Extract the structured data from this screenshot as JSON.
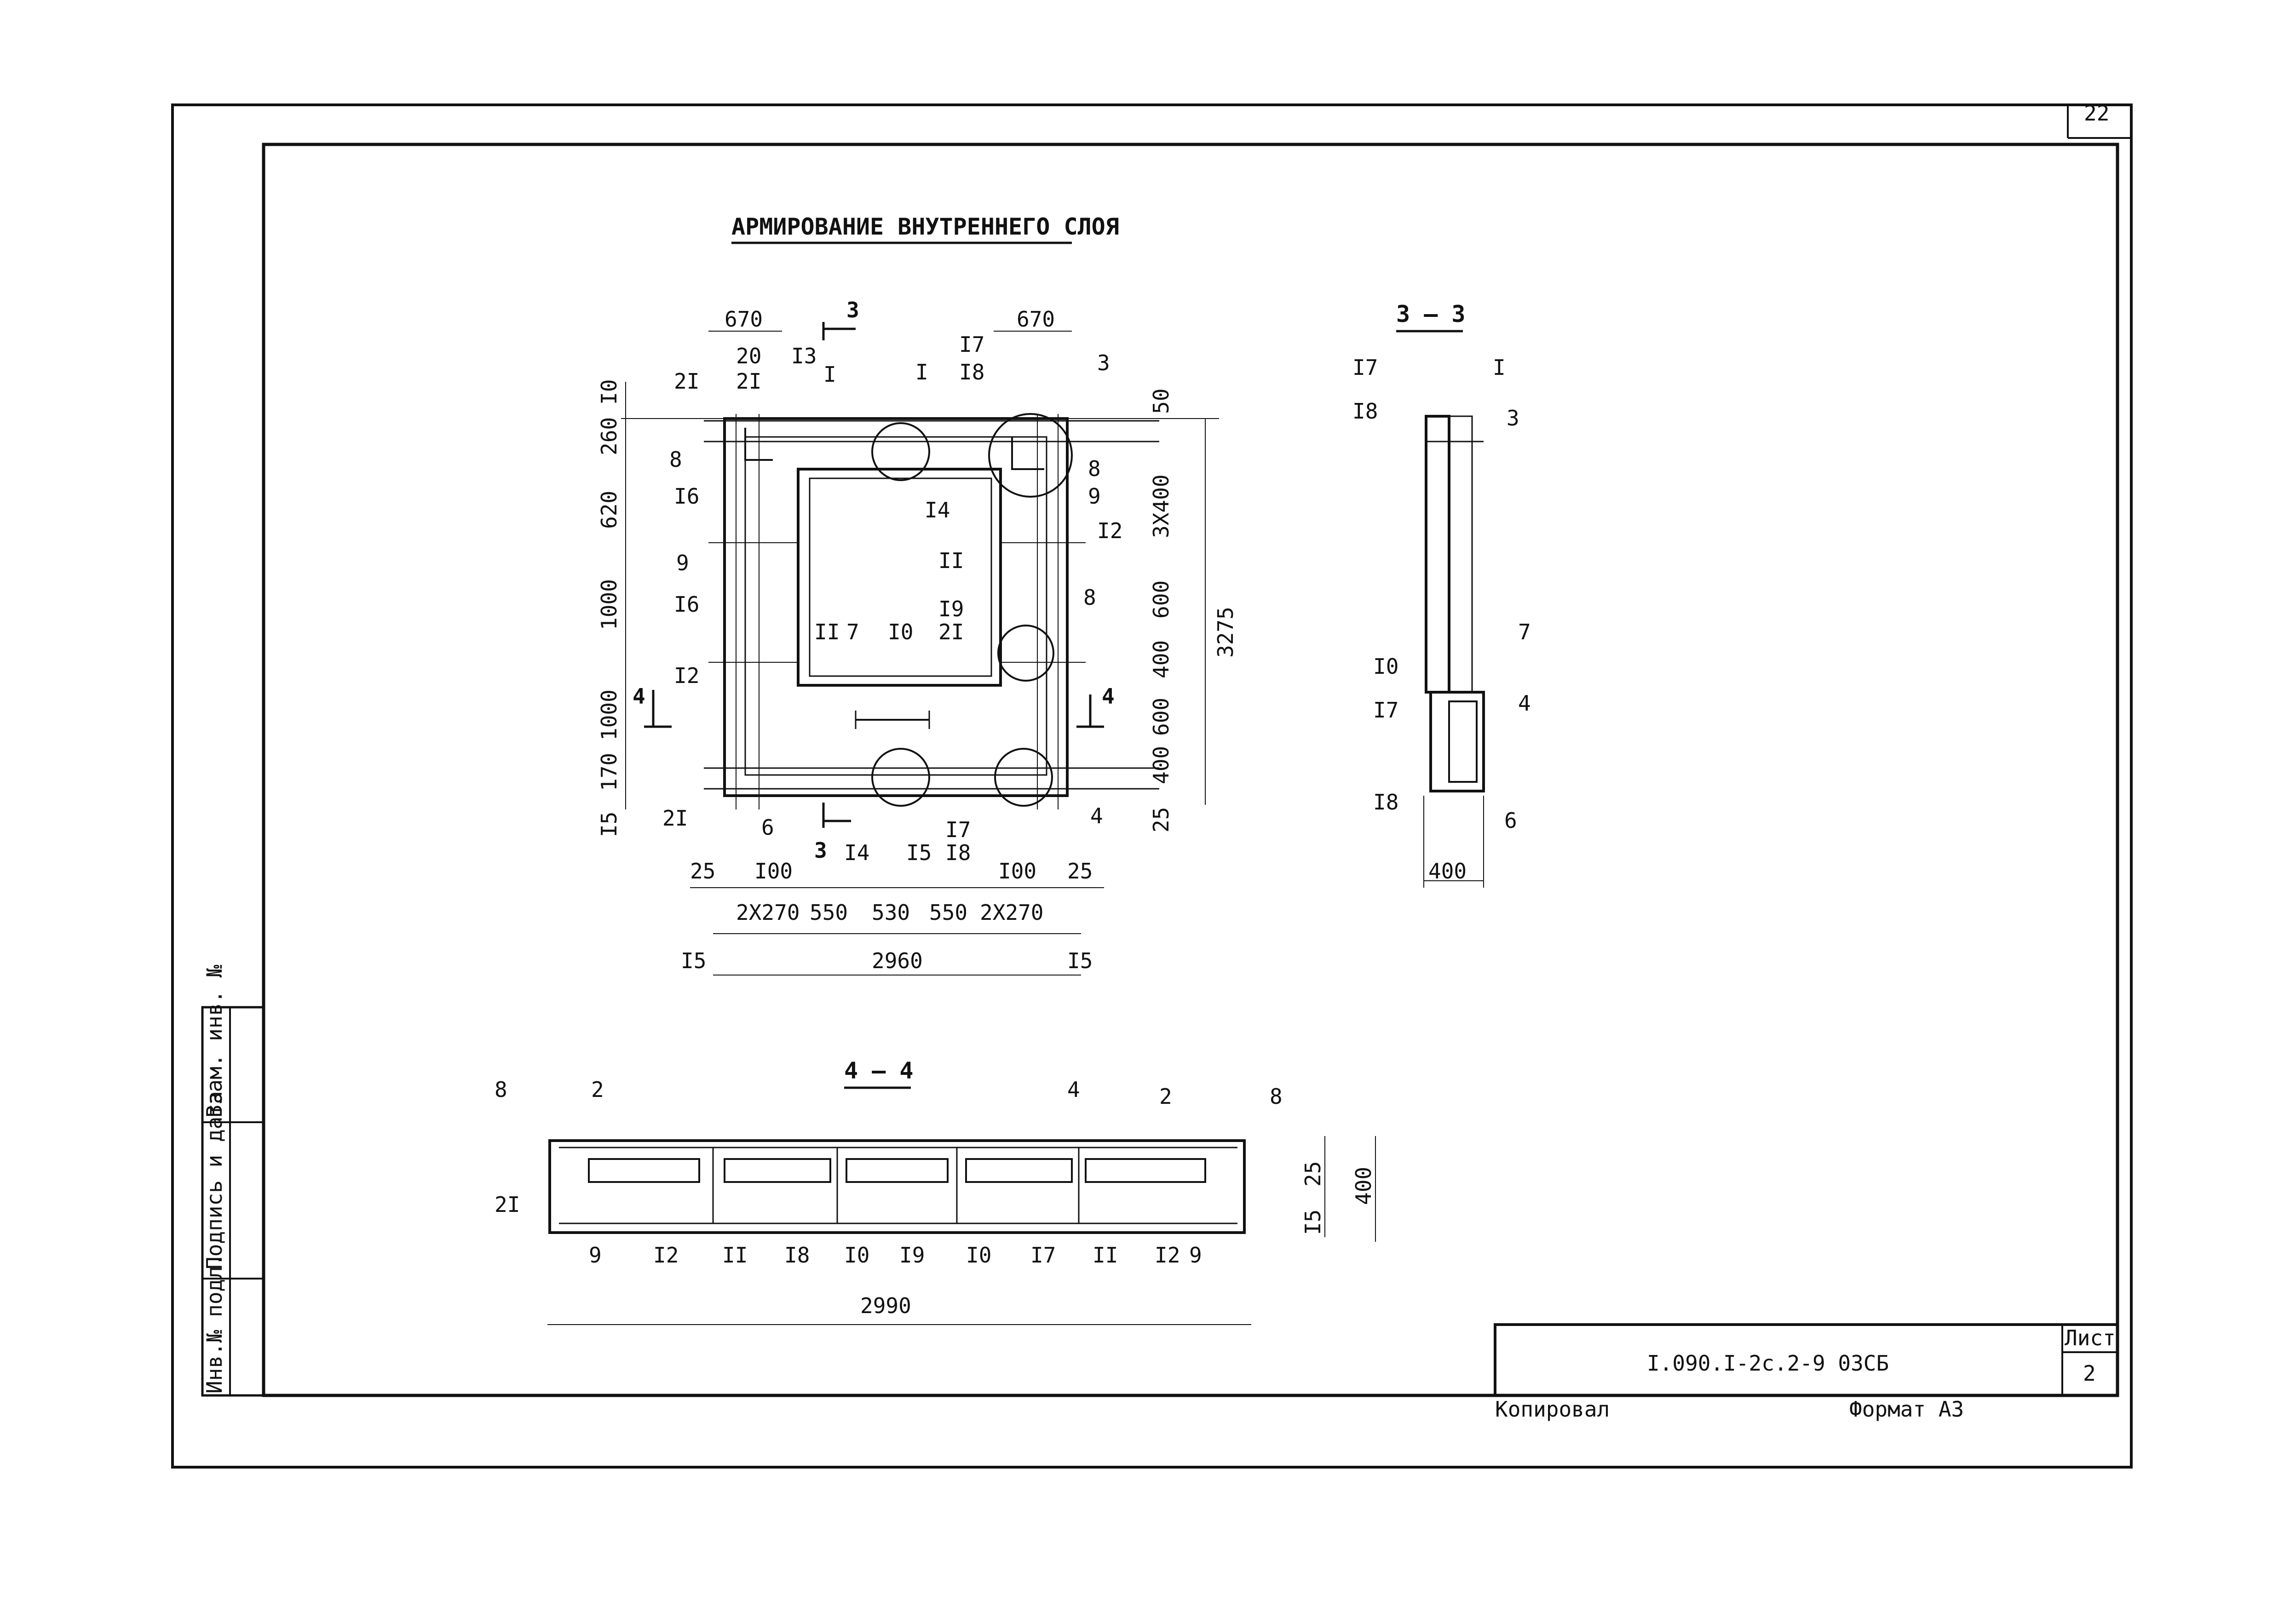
{
  "sheet": {
    "corner_number": "22",
    "title": "АРМИРОВАНИЕ ВНУТРЕННЕГО СЛОЯ",
    "section_3_label": "3 – 3",
    "section_4_label": "4 – 4",
    "stamp_code": "I.090.I-2c.2-9 03СБ",
    "sheet_label": "Лист",
    "sheet_number": "2",
    "copied_label": "Копировал",
    "format_label": "Формат А3"
  },
  "side_stamp": {
    "inv_podl": "Инв.№ подл.",
    "signature_date": "Подпись и дата",
    "vzam_inv": "Взам. инв. №"
  },
  "plan": {
    "dims_top": [
      "670",
      "670"
    ],
    "dims_left": [
      "I0",
      "260",
      "620",
      "1000",
      "1000",
      "170",
      "I5"
    ],
    "dims_right_inner": [
      "50",
      "3Х400",
      "600",
      "400",
      "600",
      "400",
      "25"
    ],
    "dim_right_total": "3275",
    "dims_bottom": [
      "25",
      "I00",
      "I00",
      "25"
    ],
    "dims_bottom2": [
      "2Х270",
      "550",
      "530",
      "550",
      "2Х270"
    ],
    "dims_bottom3": [
      "I5",
      "2960",
      "I5"
    ],
    "section_marks": [
      "3",
      "3",
      "4",
      "4"
    ],
    "callouts": [
      "20",
      "2I",
      "2I",
      "I3",
      "I",
      "I",
      "I7",
      "I8",
      "3",
      "8",
      "I6",
      "9",
      "I6",
      "I2",
      "2I",
      "6",
      "I4",
      "I4",
      "I5",
      "I7",
      "I8",
      "8",
      "9",
      "I2",
      "II",
      "II",
      "7",
      "I0",
      "I9",
      "2I",
      "8",
      "4"
    ]
  },
  "section3": {
    "callouts": [
      "I7",
      "I",
      "I8",
      "3",
      "7",
      "I0",
      "4",
      "I7",
      "I8",
      "6"
    ],
    "dim_width": "400"
  },
  "section4": {
    "callouts_top": [
      "8",
      "2",
      "4",
      "2",
      "8"
    ],
    "callouts_left": [
      "2I"
    ],
    "callouts_bottom": [
      "9",
      "I2",
      "II",
      "I8",
      "I0",
      "I9",
      "I0",
      "I7",
      "II",
      "I2",
      "9"
    ],
    "dims_right": [
      "25",
      "400",
      "I5"
    ],
    "dim_length": "2990"
  }
}
